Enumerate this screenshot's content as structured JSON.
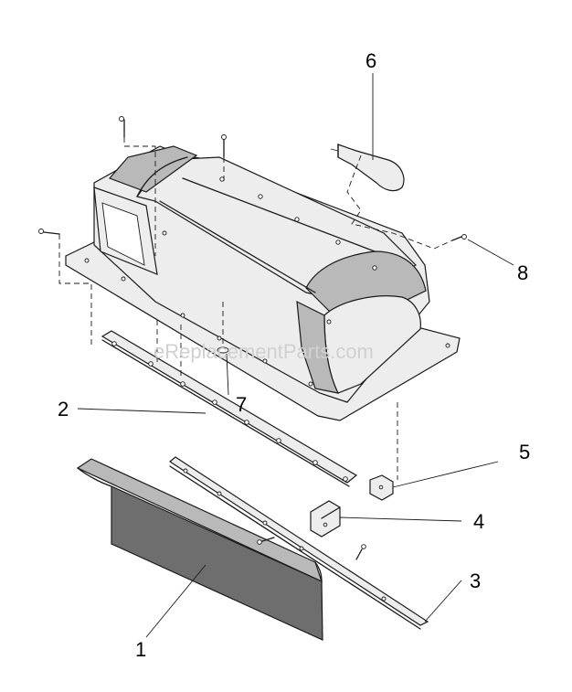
{
  "watermark": "eReplacementParts.com",
  "callouts": [
    {
      "id": "1",
      "label": "1"
    },
    {
      "id": "2",
      "label": "2"
    },
    {
      "id": "3",
      "label": "3"
    },
    {
      "id": "4",
      "label": "4"
    },
    {
      "id": "5",
      "label": "5"
    },
    {
      "id": "6",
      "label": "6"
    },
    {
      "id": "7",
      "label": "7"
    },
    {
      "id": "8",
      "label": "8"
    }
  ]
}
